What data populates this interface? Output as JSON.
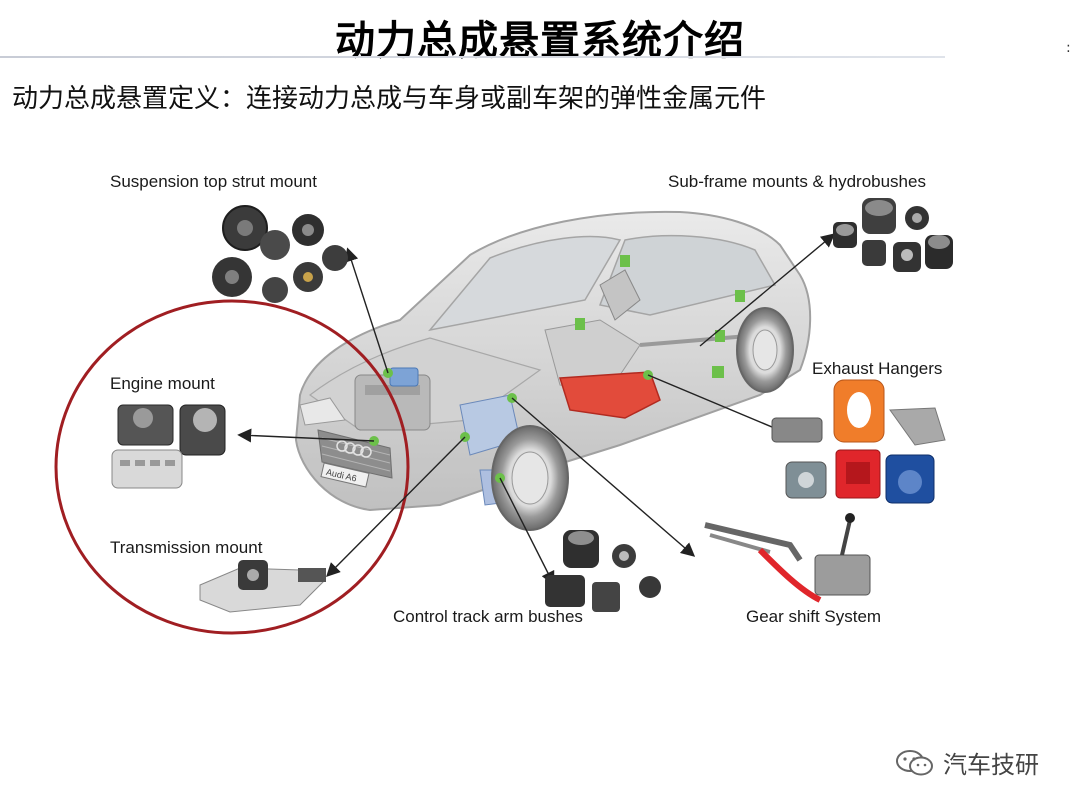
{
  "slide": {
    "title": "动力总成悬置系统介绍",
    "corner_mark": ":",
    "definition": "动力总成悬置定义：连接动力总成与车身或副车架的弹性金属元件"
  },
  "labels": {
    "suspension_top_strut_mount": "Suspension top strut mount",
    "subframe_mounts": "Sub-frame mounts & hydrobushes",
    "engine_mount": "Engine mount",
    "exhaust_hangers": "Exhaust Hangers",
    "transmission_mount": "Transmission mount",
    "control_track_arm_bushes": "Control track arm bushes",
    "gear_shift_system": "Gear shift System"
  },
  "car": {
    "plate": "Audi A6"
  },
  "watermark": {
    "text": "汽车技研",
    "icon": "wechat-icon"
  },
  "colors": {
    "circle": "#a01e22",
    "marker": "#6cc04a",
    "arrow": "#222222",
    "exhaust_orange": "#f07d2a",
    "red_part": "#e0262b",
    "blue_part": "#1f4fa0"
  }
}
